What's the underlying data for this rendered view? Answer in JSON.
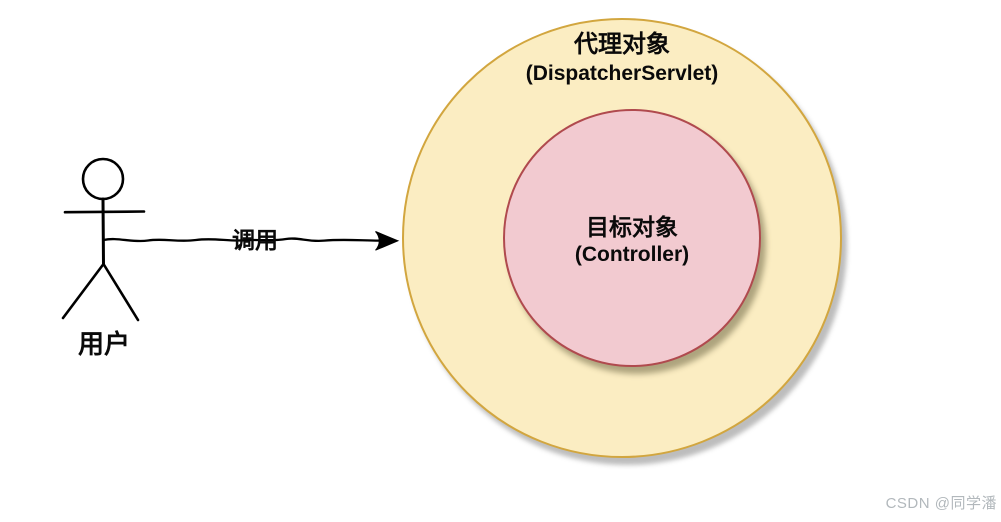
{
  "diagram": {
    "actor": {
      "label": "用户"
    },
    "arrow": {
      "label": "调用"
    },
    "outer_circle": {
      "title": "代理对象",
      "subtitle": "(DispatcherServlet)",
      "fill_color": "#FBEDC2",
      "border_color": "#D2A63F"
    },
    "inner_circle": {
      "title": "目标对象",
      "subtitle": "(Controller)",
      "fill_color": "#F2CAD0",
      "border_color": "#B04A4E"
    },
    "watermark": "CSDN @同学潘"
  }
}
